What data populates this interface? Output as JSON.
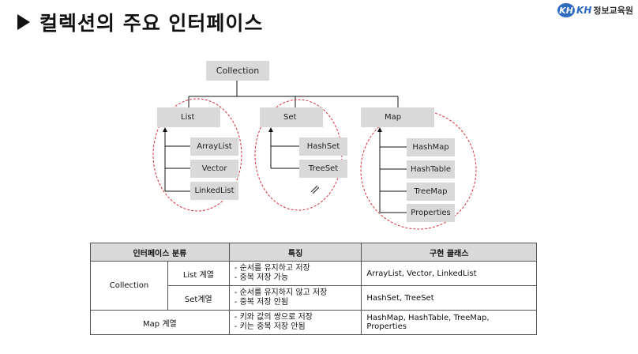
{
  "header": {
    "title": "컬렉션의 주요 인터페이스"
  },
  "logo": {
    "mark": "KH",
    "brand": "KH",
    "suffix": "정보교육원"
  },
  "diagram": {
    "root": "Collection",
    "list": {
      "label": "List",
      "children": [
        "ArrayList",
        "Vector",
        "LinkedList"
      ]
    },
    "set": {
      "label": "Set",
      "children": [
        "HashSet",
        "TreeSet"
      ]
    },
    "map": {
      "label": "Map",
      "children": [
        "HashMap",
        "HashTable",
        "TreeMap",
        "Properties"
      ]
    }
  },
  "table": {
    "headers": [
      "인터페이스 분류",
      "특징",
      "구현 클래스"
    ],
    "collection_label": "Collection",
    "rows": [
      {
        "sub": "List 계열",
        "features": [
          "순서를 유지하고 저장",
          "중복 저장 가능"
        ],
        "impl": "ArrayList, Vector, LinkedList"
      },
      {
        "sub": "Set계열",
        "features": [
          "순서를 유지하지 않고 저장",
          "중복 저장 안됨"
        ],
        "impl": "HashSet, TreeSet"
      },
      {
        "group": "Map 계열",
        "features": [
          "키와 값의 쌍으로 저장",
          "키는 중복 저장 안됨"
        ],
        "impl": "HashMap, HashTable, TreeMap, Properties"
      }
    ]
  }
}
